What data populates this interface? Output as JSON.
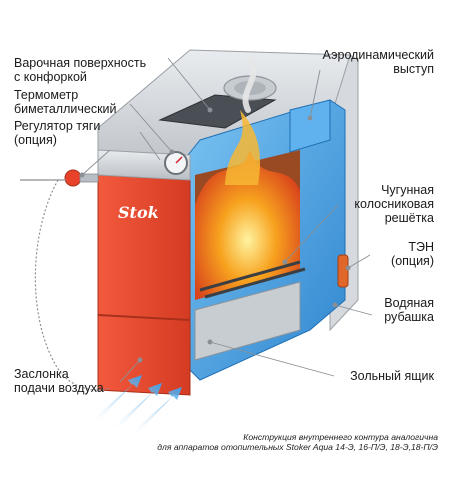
{
  "labels": {
    "cooking_surface": [
      "Варочная поверхность",
      "с конфоркой"
    ],
    "thermometer": [
      "Термометр",
      "биметаллический"
    ],
    "draft_regulator": [
      "Регулятор тяги",
      "(опция)"
    ],
    "aero_ledge": [
      "Аэродинамический",
      "выступ"
    ],
    "grate": [
      "Чугунная",
      "колосниковая",
      "решётка"
    ],
    "heater": [
      "ТЭН",
      "(опция)"
    ],
    "water_jacket": [
      "Водяная",
      "рубашка"
    ],
    "ash_box": "Зольный ящик",
    "air_damper": [
      "Заслонка",
      "подачи воздуха"
    ]
  },
  "brand_logo": "Stok",
  "footnote": [
    "Конструкция внутреннего контура аналогична",
    "для аппаратов отопительных Stoker Aqua 14-Э, 16-П/Э, 18-Э,18-П/Э"
  ],
  "colors": {
    "body_red": "#e8432a",
    "steel": "#c9cdd2",
    "water_blue": "#4aa3e6",
    "fire_orange": "#f39a1e",
    "leader_gray": "#8a8f95"
  }
}
